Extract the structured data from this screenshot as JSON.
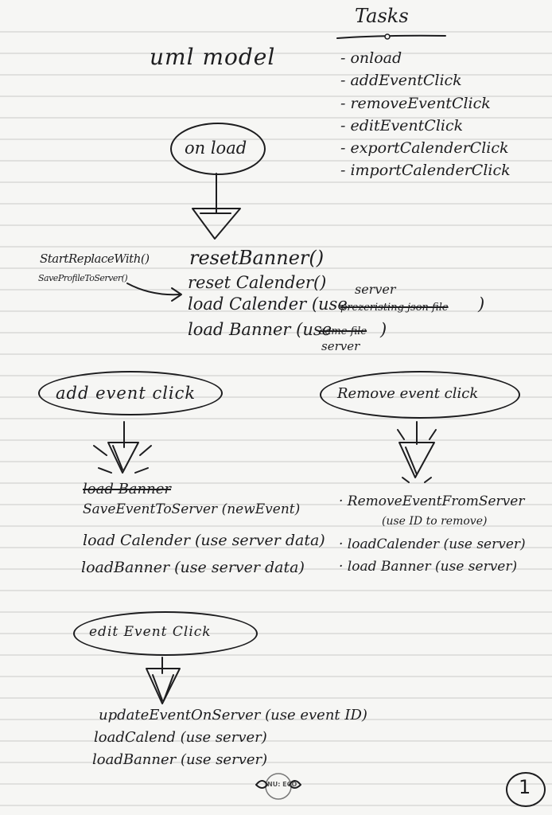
{
  "title": "uml model",
  "tasks": {
    "heading": "Tasks",
    "items": [
      "- onload",
      "- addEventClick",
      "- removeEventClick",
      "- editEventClick",
      "- exportCalenderClick",
      "- importCalenderClick"
    ]
  },
  "onload": {
    "label": "on load",
    "left_notes": [
      "StartReplaceWith()",
      "SaveProfileToServer()"
    ],
    "steps": [
      "resetBanner()",
      "reset Calender()",
      "load Calender (use",
      "load Banner (use"
    ],
    "struck_1": "prezeristing json file",
    "insert_1": "server",
    "struck_2": "same file",
    "insert_2": "server",
    "close_paren": ")"
  },
  "add_event": {
    "label": "add event click",
    "struck": "load Banner",
    "steps": [
      "SaveEventToServer (newEvent)",
      "load Calender (use server data)",
      "loadBanner (use server data)"
    ]
  },
  "remove_event": {
    "label": "Remove event click",
    "steps": [
      "· RemoveEventFromServer",
      "(use ID to remove)",
      "· loadCalender (use server)",
      "· load Banner (use server)"
    ]
  },
  "edit_event": {
    "label": "edit Event Click",
    "steps": [
      "updateEventOnServer (use event ID)",
      "loadCalend (use server)",
      "loadBanner (use server)"
    ]
  },
  "footer": {
    "logo_text": "NU: ECO",
    "page_number": "1"
  }
}
